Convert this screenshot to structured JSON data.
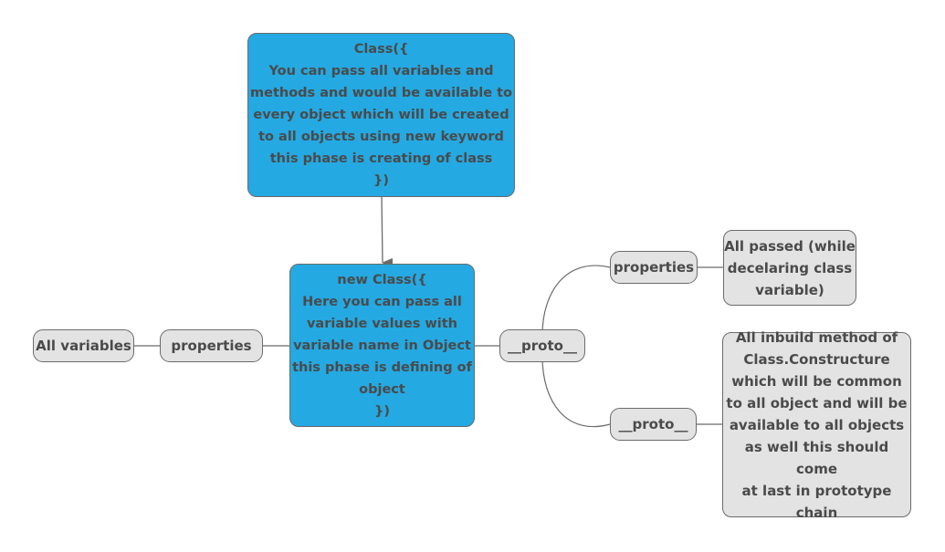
{
  "class_box": "Class({\nYou can pass all variables and\nmethods and would be available to\nevery object which will be created\nto all objects using new keyword\nthis phase is creating of class\n})",
  "new_class_box": "new Class({\nHere you can pass all\nvariable values with\nvariable name in Object\nthis phase is defining of\nobject\n})",
  "left": {
    "properties": "properties",
    "all_variables": "All variables"
  },
  "proto_center": "__proto__",
  "upper_branch": {
    "properties": "properties",
    "note": "All passed (while\ndecelaring class\nvariable)"
  },
  "lower_branch": {
    "proto": "__proto__",
    "note": "All inbuild method of\nClass.Constructure\nwhich will be common\nto all object and will be\navailable to all objects\nas well this should come\nat last in prototype\nchain"
  },
  "colors": {
    "blue": "#24a9e2",
    "gray": "#e3e3e3",
    "line": "#6b6b6b",
    "text": "#4a4a4a"
  }
}
